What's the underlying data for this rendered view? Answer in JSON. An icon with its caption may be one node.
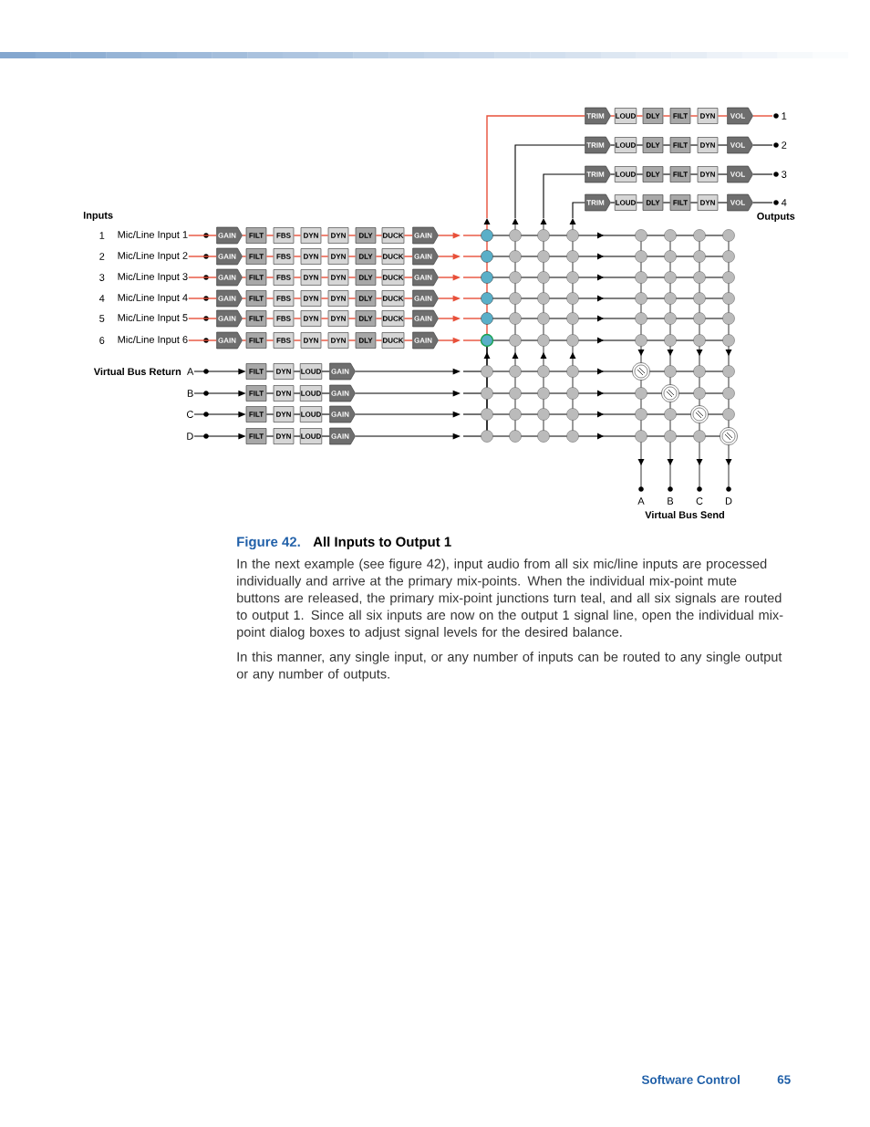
{
  "diagram": {
    "caption": "All Inputs to Output 1",
    "nodes": [
      {
        "text": [
          "TRIM"
        ]
      },
      {
        "text": [
          "LOUD"
        ]
      },
      {
        "text": [
          "DLY"
        ]
      },
      {
        "text": [
          "FILT"
        ]
      },
      {
        "text": [
          "DYN"
        ]
      },
      {
        "text": [
          "VOL"
        ]
      },
      {
        "text": [
          "TRIM"
        ]
      },
      {
        "text": [
          "LOUD"
        ]
      },
      {
        "text": [
          "DLY"
        ]
      },
      {
        "text": [
          "FILT"
        ]
      },
      {
        "text": [
          "DYN"
        ]
      },
      {
        "text": [
          "VOL"
        ]
      },
      {
        "text": [
          "TRIM"
        ]
      },
      {
        "text": [
          "LOUD"
        ]
      },
      {
        "text": [
          "DLY"
        ]
      },
      {
        "text": [
          "FILT"
        ]
      },
      {
        "text": [
          "DYN"
        ]
      },
      {
        "text": [
          "VOL"
        ]
      },
      {
        "text": [
          "TRIM"
        ]
      },
      {
        "text": [
          "LOUD"
        ]
      },
      {
        "text": [
          "DLY"
        ]
      },
      {
        "text": [
          "FILT"
        ]
      },
      {
        "text": [
          "DYN"
        ]
      },
      {
        "text": [
          "VOL"
        ]
      },
      {
        "text": [
          "GAIN"
        ]
      },
      {
        "text": [
          "FILT"
        ]
      },
      {
        "text": [
          "FBS"
        ]
      },
      {
        "text": [
          "DYN"
        ]
      },
      {
        "text": [
          "DYN"
        ]
      },
      {
        "text": [
          "DLY"
        ]
      },
      {
        "text": [
          "DUCK"
        ]
      },
      {
        "text": [
          "GAIN"
        ]
      },
      {
        "text": [
          "GAIN"
        ]
      },
      {
        "text": [
          "FILT"
        ]
      },
      {
        "text": [
          "FBS"
        ]
      },
      {
        "text": [
          "DYN"
        ]
      },
      {
        "text": [
          "DYN"
        ]
      },
      {
        "text": [
          "DLY"
        ]
      },
      {
        "text": [
          "DUCK"
        ]
      },
      {
        "text": [
          "GAIN"
        ]
      },
      {
        "text": [
          "GAIN"
        ]
      },
      {
        "text": [
          "FILT"
        ]
      },
      {
        "text": [
          "FBS"
        ]
      },
      {
        "text": [
          "DYN"
        ]
      },
      {
        "text": [
          "DYN"
        ]
      },
      {
        "text": [
          "DLY"
        ]
      },
      {
        "text": [
          "DUCK"
        ]
      },
      {
        "text": [
          "GAIN"
        ]
      },
      {
        "text": [
          "GAIN"
        ]
      },
      {
        "text": [
          "FILT"
        ]
      },
      {
        "text": [
          "FBS"
        ]
      },
      {
        "text": [
          "DYN"
        ]
      },
      {
        "text": [
          "DYN"
        ]
      },
      {
        "text": [
          "DLY"
        ]
      },
      {
        "text": [
          "DUCK"
        ]
      },
      {
        "text": [
          "GAIN"
        ]
      },
      {
        "text": [
          "GAIN"
        ]
      },
      {
        "text": [
          "FILT"
        ]
      },
      {
        "text": [
          "FBS"
        ]
      },
      {
        "text": [
          "DYN"
        ]
      },
      {
        "text": [
          "DYN"
        ]
      },
      {
        "text": [
          "DLY"
        ]
      },
      {
        "text": [
          "DUCK"
        ]
      },
      {
        "text": [
          "GAIN"
        ]
      },
      {
        "text": [
          "GAIN"
        ]
      },
      {
        "text": [
          "FILT"
        ]
      },
      {
        "text": [
          "FBS"
        ]
      },
      {
        "text": [
          "DYN"
        ]
      },
      {
        "text": [
          "DYN"
        ]
      },
      {
        "text": [
          "DLY"
        ]
      },
      {
        "text": [
          "DUCK"
        ]
      },
      {
        "text": [
          "GAIN"
        ]
      },
      {
        "text": [
          "FILT"
        ]
      },
      {
        "text": [
          "DYN"
        ]
      },
      {
        "text": [
          "LOUD"
        ]
      },
      {
        "text": [
          "GAIN"
        ]
      },
      {
        "text": [
          "FILT"
        ]
      },
      {
        "text": [
          "DYN"
        ]
      },
      {
        "text": [
          "LOUD"
        ]
      },
      {
        "text": [
          "GAIN"
        ]
      },
      {
        "text": [
          "FILT"
        ]
      },
      {
        "text": [
          "DYN"
        ]
      },
      {
        "text": [
          "LOUD"
        ]
      },
      {
        "text": [
          "GAIN"
        ]
      },
      {
        "text": [
          "FILT"
        ]
      },
      {
        "text": [
          "DYN"
        ]
      },
      {
        "text": [
          "LOUD"
        ]
      },
      {
        "text": [
          "GAIN"
        ]
      },
      {
        "text": [],
        "shape": "picture"
      },
      {
        "text": [
          "1"
        ]
      },
      {
        "text": [
          "2"
        ]
      },
      {
        "text": [
          "3"
        ]
      },
      {
        "text": [
          "4"
        ]
      },
      {
        "text": [
          "Mic/Line Input 1"
        ]
      },
      {
        "text": [
          "Mic/Line Input 2"
        ]
      },
      {
        "text": [
          "Mic/Line Input 3"
        ]
      },
      {
        "text": [
          "Mic/Line Input 4"
        ]
      },
      {
        "text": [
          "Mic/Line Input 5"
        ]
      },
      {
        "text": [
          "Mic/Line Input 6"
        ]
      },
      {
        "text": [
          "A"
        ]
      },
      {
        "text": [
          "B"
        ]
      },
      {
        "text": [
          "C"
        ]
      },
      {
        "text": [
          "D"
        ]
      }
    ],
    "edges": [
      {
        "from": 88,
        "to": 0,
        "arrow": "none"
      },
      {
        "from": 0,
        "to": 1,
        "arrow": "none"
      },
      {
        "from": 1,
        "to": 2,
        "arrow": "none"
      },
      {
        "from": 2,
        "to": 3,
        "arrow": "none"
      },
      {
        "from": 3,
        "to": 4,
        "arrow": "none"
      },
      {
        "from": 4,
        "to": 5,
        "arrow": "none"
      },
      {
        "from": 5,
        "to": 89,
        "arrow": "none"
      },
      {
        "from": 88,
        "to": 6,
        "arrow": "none",
        "color": "#000000"
      },
      {
        "from": 6,
        "to": 7,
        "arrow": "none",
        "color": "#000000"
      },
      {
        "from": 7,
        "to": 8,
        "arrow": "none",
        "color": "#000000"
      },
      {
        "from": 8,
        "to": 9,
        "arrow": "none",
        "color": "#000000"
      },
      {
        "from": 9,
        "to": 10,
        "arrow": "none",
        "color": "#000000"
      },
      {
        "from": 10,
        "to": 11,
        "arrow": "none",
        "color": "#000000"
      },
      {
        "from": 11,
        "to": 90,
        "arrow": "none",
        "color": "#000000"
      },
      {
        "from": 88,
        "to": 12,
        "arrow": "none",
        "color": "#000000"
      },
      {
        "from": 12,
        "to": 13,
        "arrow": "none",
        "color": "#000000"
      },
      {
        "from": 13,
        "to": 14,
        "arrow": "none",
        "color": "#000000"
      },
      {
        "from": 14,
        "to": 15,
        "arrow": "none",
        "color": "#000000"
      },
      {
        "from": 15,
        "to": 16,
        "arrow": "none",
        "color": "#000000"
      },
      {
        "from": 16,
        "to": 17,
        "arrow": "none",
        "color": "#000000"
      },
      {
        "from": 17,
        "to": 91,
        "arrow": "none",
        "color": "#000000"
      },
      {
        "from": 88,
        "to": 18,
        "arrow": "none",
        "color": "#000000"
      },
      {
        "from": 18,
        "to": 19,
        "arrow": "none",
        "color": "#000000"
      },
      {
        "from": 19,
        "to": 20,
        "arrow": "none",
        "color": "#000000"
      },
      {
        "from": 20,
        "to": 21,
        "arrow": "none",
        "color": "#000000"
      },
      {
        "from": 21,
        "to": 22,
        "arrow": "none",
        "color": "#000000"
      },
      {
        "from": 22,
        "to": 23,
        "arrow": "none",
        "color": "#000000"
      },
      {
        "from": 23,
        "to": 92,
        "arrow": "none",
        "color": "#000000"
      },
      {
        "from": 93,
        "to": 24,
        "arrow": "none"
      },
      {
        "from": 24,
        "to": 25,
        "arrow": "none"
      },
      {
        "from": 25,
        "to": 26,
        "arrow": "none"
      },
      {
        "from": 26,
        "to": 27,
        "arrow": "none"
      },
      {
        "from": 27,
        "to": 28,
        "arrow": "none"
      },
      {
        "from": 28,
        "to": 29,
        "arrow": "none"
      },
      {
        "from": 29,
        "to": 30,
        "arrow": "none"
      },
      {
        "from": 30,
        "to": 31,
        "arrow": "none"
      },
      {
        "from": 31,
        "to": 88,
        "arrow": "to"
      },
      {
        "from": 94,
        "to": 32,
        "arrow": "none"
      },
      {
        "from": 32,
        "to": 33,
        "arrow": "none"
      },
      {
        "from": 33,
        "to": 34,
        "arrow": "none"
      },
      {
        "from": 34,
        "to": 35,
        "arrow": "none"
      },
      {
        "from": 35,
        "to": 36,
        "arrow": "none"
      },
      {
        "from": 36,
        "to": 37,
        "arrow": "none"
      },
      {
        "from": 37,
        "to": 38,
        "arrow": "none"
      },
      {
        "from": 38,
        "to": 39,
        "arrow": "none"
      },
      {
        "from": 39,
        "to": 88,
        "arrow": "to"
      },
      {
        "from": 95,
        "to": 40,
        "arrow": "none"
      },
      {
        "from": 40,
        "to": 41,
        "arrow": "none"
      },
      {
        "from": 41,
        "to": 42,
        "arrow": "none"
      },
      {
        "from": 42,
        "to": 43,
        "arrow": "none"
      },
      {
        "from": 43,
        "to": 44,
        "arrow": "none"
      },
      {
        "from": 44,
        "to": 45,
        "arrow": "none"
      },
      {
        "from": 45,
        "to": 46,
        "arrow": "none"
      },
      {
        "from": 46,
        "to": 47,
        "arrow": "none"
      },
      {
        "from": 47,
        "to": 88,
        "arrow": "to"
      },
      {
        "from": 96,
        "to": 48,
        "arrow": "none"
      },
      {
        "from": 48,
        "to": 49,
        "arrow": "none"
      },
      {
        "from": 49,
        "to": 50,
        "arrow": "none"
      },
      {
        "from": 50,
        "to": 51,
        "arrow": "none"
      },
      {
        "from": 51,
        "to": 52,
        "arrow": "none"
      },
      {
        "from": 52,
        "to": 53,
        "arrow": "none"
      },
      {
        "from": 53,
        "to": 54,
        "arrow": "none"
      },
      {
        "from": 54,
        "to": 55,
        "arrow": "none"
      },
      {
        "from": 55,
        "to": 88,
        "arrow": "to"
      },
      {
        "from": 97,
        "to": 56,
        "arrow": "none"
      },
      {
        "from": 56,
        "to": 57,
        "arrow": "none"
      },
      {
        "from": 57,
        "to": 58,
        "arrow": "none"
      },
      {
        "from": 58,
        "to": 59,
        "arrow": "none"
      },
      {
        "from": 59,
        "to": 60,
        "arrow": "none"
      },
      {
        "from": 60,
        "to": 61,
        "arrow": "none"
      },
      {
        "from": 61,
        "to": 62,
        "arrow": "none"
      },
      {
        "from": 62,
        "to": 63,
        "arrow": "none"
      },
      {
        "from": 63,
        "to": 88,
        "arrow": "to"
      },
      {
        "from": 98,
        "to": 64,
        "arrow": "none"
      },
      {
        "from": 64,
        "to": 65,
        "arrow": "none"
      },
      {
        "from": 65,
        "to": 66,
        "arrow": "none"
      },
      {
        "from": 66,
        "to": 67,
        "arrow": "none"
      },
      {
        "from": 67,
        "to": 68,
        "arrow": "none"
      },
      {
        "from": 68,
        "to": 69,
        "arrow": "none"
      },
      {
        "from": 69,
        "to": 70,
        "arrow": "none"
      },
      {
        "from": 70,
        "to": 71,
        "arrow": "none"
      },
      {
        "from": 71,
        "to": 88,
        "arrow": "to"
      },
      {
        "from": 99,
        "to": 72,
        "arrow": "to",
        "color": "#000000"
      },
      {
        "from": 72,
        "to": 73,
        "arrow": "none",
        "color": "#000000"
      },
      {
        "from": 73,
        "to": 74,
        "arrow": "none",
        "color": "#000000"
      },
      {
        "from": 74,
        "to": 75,
        "arrow": "none",
        "color": "#000000"
      },
      {
        "from": 75,
        "to": 88,
        "arrow": "to",
        "color": "#000000"
      },
      {
        "from": 100,
        "to": 76,
        "arrow": "to",
        "color": "#000000"
      },
      {
        "from": 76,
        "to": 77,
        "arrow": "none",
        "color": "#000000"
      },
      {
        "from": 77,
        "to": 78,
        "arrow": "none",
        "color": "#000000"
      },
      {
        "from": 78,
        "to": 79,
        "arrow": "none",
        "color": "#000000"
      },
      {
        "from": 79,
        "to": 88,
        "arrow": "to",
        "color": "#000000"
      },
      {
        "from": 101,
        "to": 80,
        "arrow": "to",
        "color": "#000000"
      },
      {
        "from": 80,
        "to": 81,
        "arrow": "none",
        "color": "#000000"
      },
      {
        "from": 81,
        "to": 82,
        "arrow": "none",
        "color": "#000000"
      },
      {
        "from": 82,
        "to": 83,
        "arrow": "none",
        "color": "#000000"
      },
      {
        "from": 83,
        "to": 88,
        "arrow": "to",
        "color": "#000000"
      },
      {
        "from": 102,
        "to": 84,
        "arrow": "to",
        "color": "#000000"
      },
      {
        "from": 84,
        "to": 85,
        "arrow": "none",
        "color": "#000000"
      },
      {
        "from": 85,
        "to": 86,
        "arrow": "none",
        "color": "#000000"
      },
      {
        "from": 86,
        "to": 87,
        "arrow": "none",
        "color": "#000000"
      },
      {
        "from": 87,
        "to": 88,
        "arrow": "to",
        "color": "#000000"
      }
    ],
    "labels": [
      "Inputs",
      "Outputs",
      "1",
      "2",
      "3",
      "4",
      "5",
      "6",
      "Virtual Bus Return",
      "A",
      "B",
      "C",
      "D",
      "Virtual Bus Send",
      "Figure 42.",
      "In the next example (see figure 42), input audio from all six mic/line inputs are processed individually and arrive at the primary mix-points. When the individual mix-point mute buttons are released, the primary mix-point junctions turn teal, and all six signals are routed to output 1. Since all six inputs are now on the output 1 signal line, open the individual mix-point dialog boxes to adjust signal levels for the desired balance.",
      "In this manner, any single input, or any number of inputs can be routed to any single output or any number of outputs.",
      "Software Control",
      "65"
    ]
  }
}
